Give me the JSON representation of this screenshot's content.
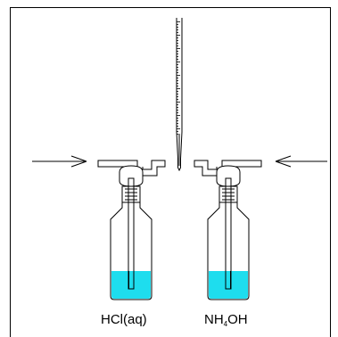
{
  "labels": {
    "left_bottle": "HCl(aq)",
    "right_bottle_prefix": "NH",
    "right_bottle_subscript": "4",
    "right_bottle_suffix": "OH"
  },
  "colors": {
    "liquid": "#1EDDEE",
    "outline": "#000000",
    "background": "#FFFFFF"
  }
}
